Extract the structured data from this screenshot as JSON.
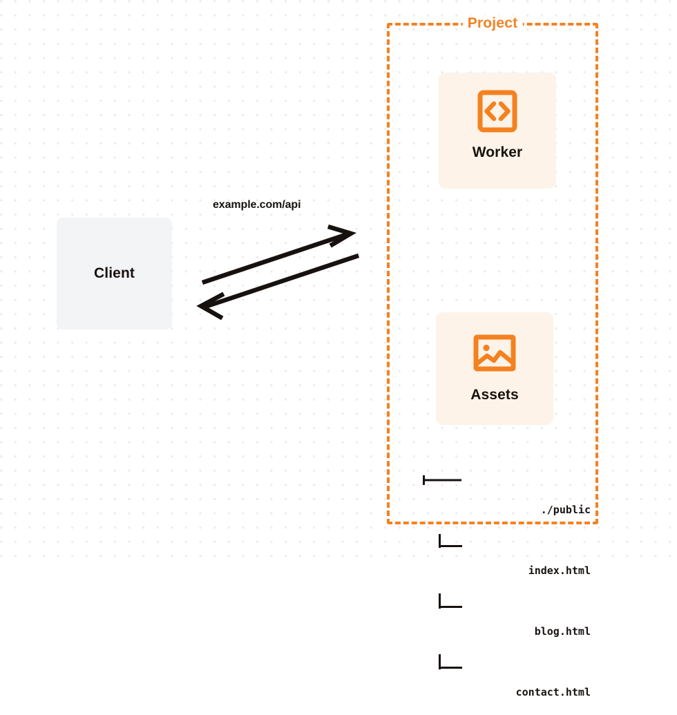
{
  "diagram": {
    "background": "dot-grid",
    "colors": {
      "accent_orange": "#f48120",
      "card_background": "#fdf3e8",
      "client_background": "#f3f4f6",
      "text_dark": "#17120f",
      "grid_dot": "#e9e9ec"
    }
  },
  "client": {
    "label": "Client"
  },
  "connection": {
    "label": "example.com/api",
    "request_direction": "client-to-project",
    "response_direction": "project-to-client"
  },
  "project": {
    "title": "Project",
    "services": [
      {
        "name": "Worker",
        "icon": "code-brackets-icon"
      },
      {
        "name": "Assets",
        "icon": "image-picture-icon"
      }
    ],
    "assets_tree": [
      {
        "connector": "|----",
        "text": "./public"
      },
      {
        "connector": "|__",
        "text": "index.html"
      },
      {
        "connector": "|__",
        "text": "blog.html"
      },
      {
        "connector": "|__",
        "text": "contact.html"
      }
    ]
  }
}
